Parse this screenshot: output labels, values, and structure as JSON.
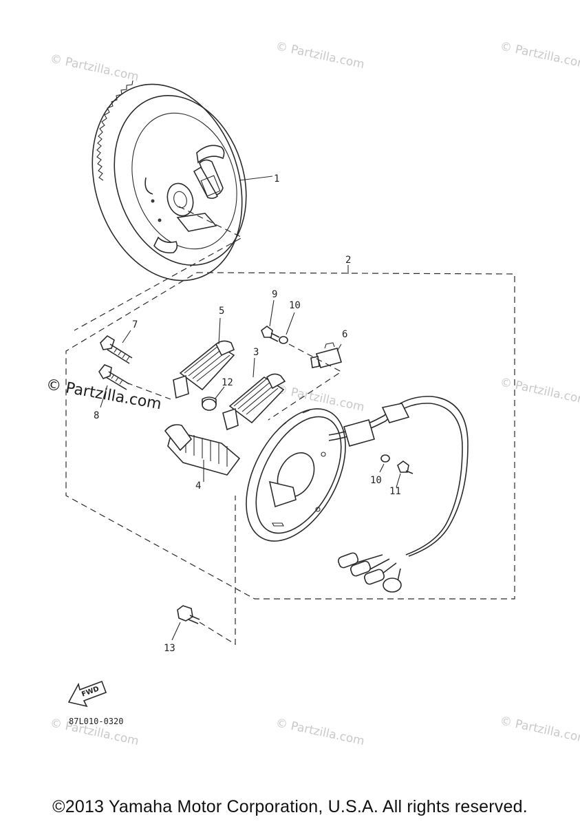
{
  "diagram": {
    "callouts": [
      "1",
      "2",
      "3",
      "4",
      "5",
      "6",
      "7",
      "8",
      "9",
      "10",
      "10",
      "11",
      "12",
      "13"
    ],
    "drawing_code": "87L010-0320",
    "fwd_label": "FWD"
  },
  "watermark": {
    "text": "© Partzilla.com",
    "text_bold": "© Partzilla.com"
  },
  "footer": {
    "copyright": "©2013 Yamaha Motor Corporation, U.S.A. All rights reserved."
  }
}
